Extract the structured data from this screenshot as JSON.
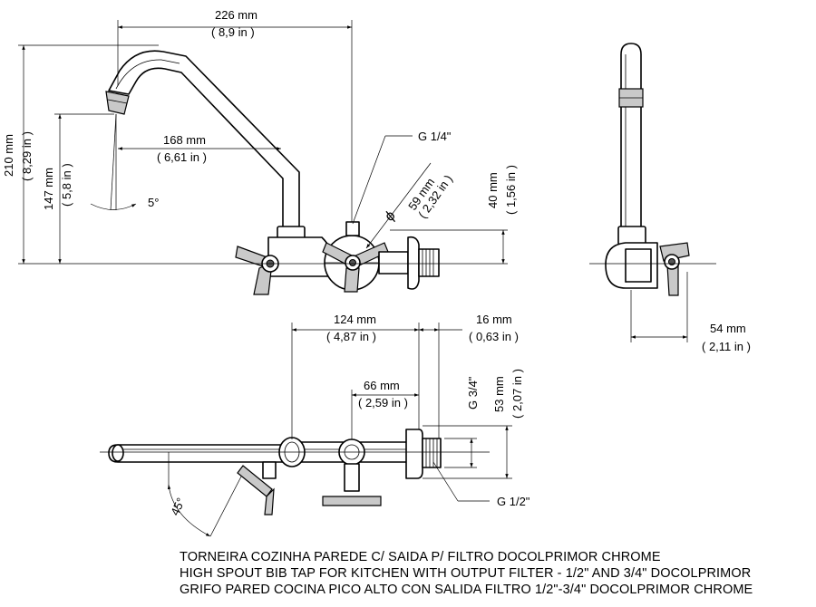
{
  "dimensions": {
    "d226": {
      "mm": "226 mm",
      "in": "( 8,9 in )"
    },
    "d168": {
      "mm": "168 mm",
      "in": "( 6,61 in )"
    },
    "d210": {
      "mm": "210 mm",
      "in": "( 8,29 in )"
    },
    "d147": {
      "mm": "147 mm",
      "in": "( 5,8 in )"
    },
    "d5": "5°",
    "g14": "G 1/4\"",
    "d59": {
      "mm": "59 mm",
      "in": "( 2,32 in )"
    },
    "phi": "ϕ",
    "d40": {
      "mm": "40 mm",
      "in": "( 1,56 in )"
    },
    "d54": {
      "mm": "54 mm",
      "in": "( 2,11 in )"
    },
    "d124": {
      "mm": "124 mm",
      "in": "( 4,87 in )"
    },
    "d16": {
      "mm": "16 mm",
      "in": "( 0,63 in )"
    },
    "d66": {
      "mm": "66 mm",
      "in": "( 2,59 in )"
    },
    "g34": "G 3/4\"",
    "d53": {
      "mm": "53 mm",
      "in": "( 2,07 in )"
    },
    "g12": "G 1/2\"",
    "d45": "45°"
  },
  "caption": {
    "line1": "TORNEIRA COZINHA PAREDE C/ SAIDA P/ FILTRO DOCOLPRIMOR CHROME",
    "line2": "HIGH SPOUT BIB TAP FOR KITCHEN WITH OUTPUT FILTER - 1/2\" AND 3/4\"  DOCOLPRIMOR",
    "line3": "GRIFO PARED COCINA PICO ALTO CON SALIDA FILTRO 1/2\"-3/4\" DOCOLPRIMOR  CHROME"
  }
}
